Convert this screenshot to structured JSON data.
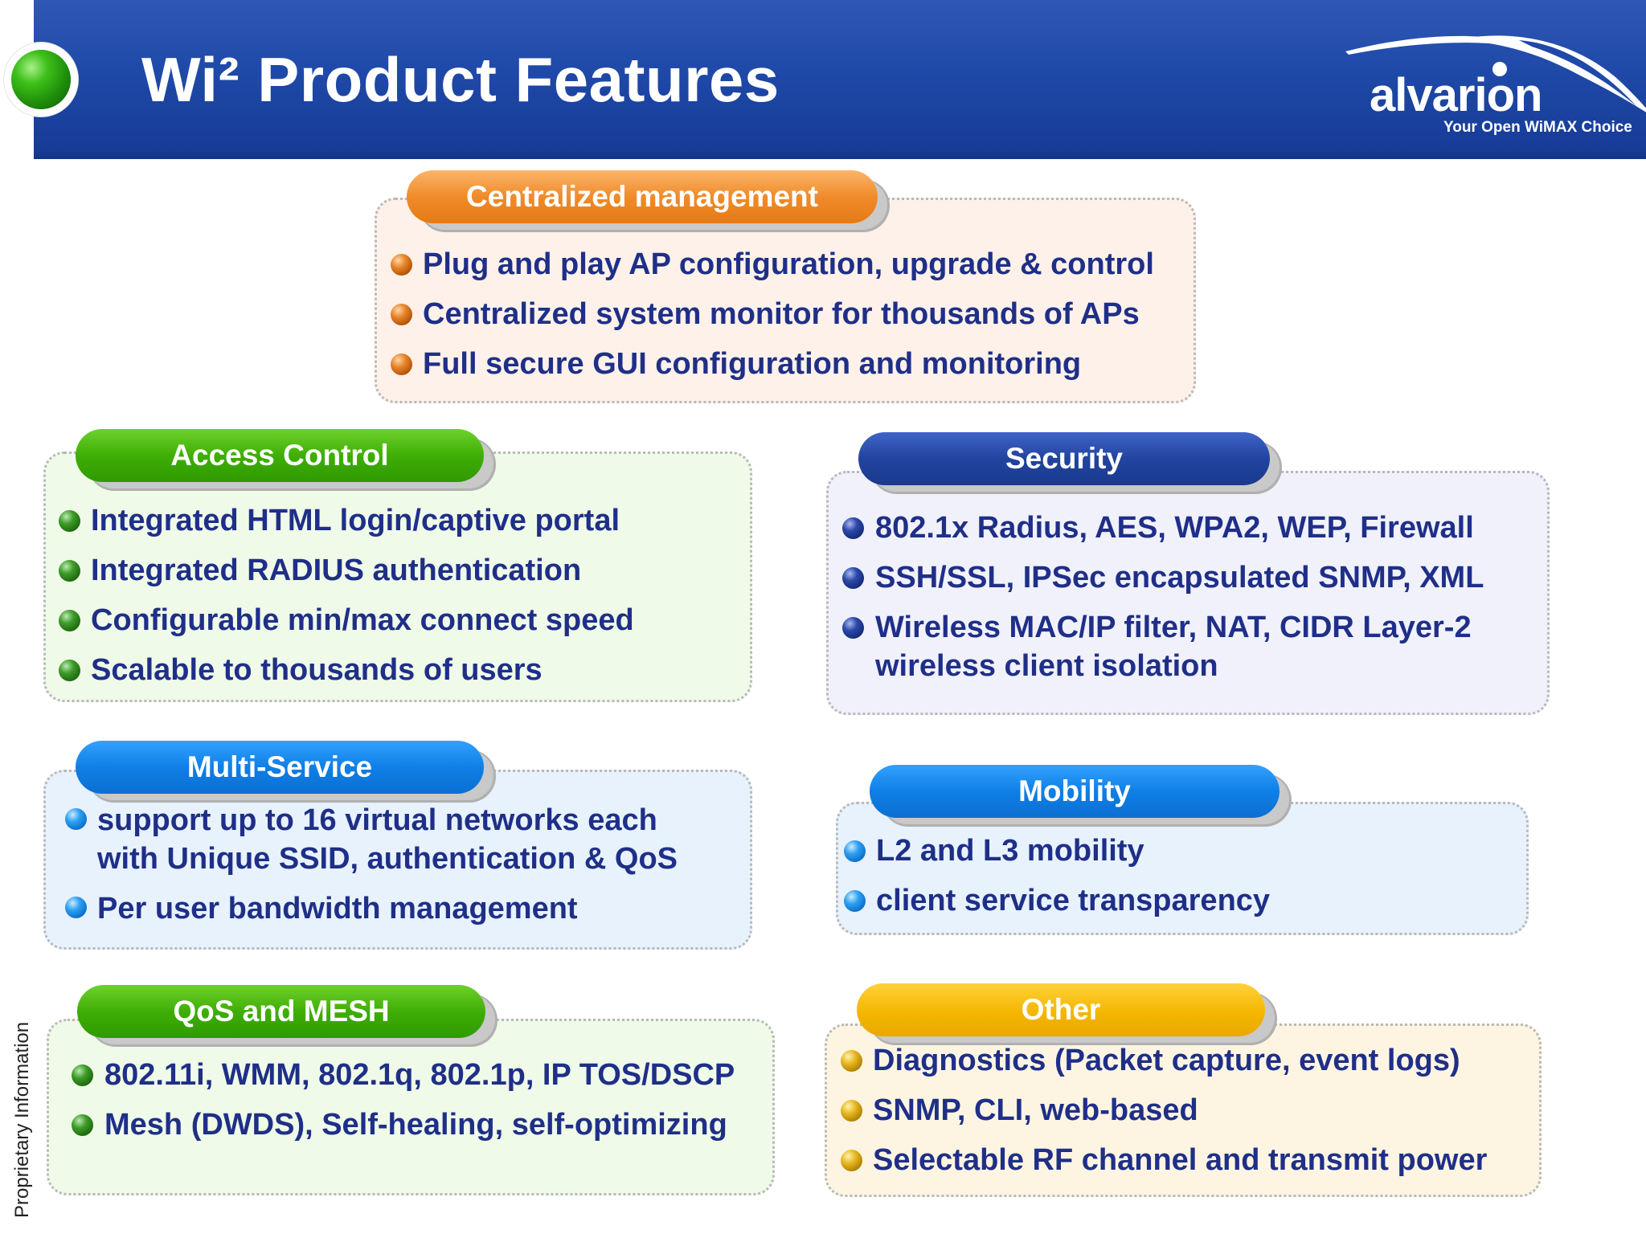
{
  "header": {
    "title": "Wi² Product Features",
    "logo": {
      "name": "alvarion",
      "tagline": "Your Open WiMAX Choice"
    }
  },
  "side_text": "Proprietary Information",
  "sections": {
    "centralized": {
      "title": "Centralized management",
      "items": [
        "Plug and play AP configuration, upgrade & control",
        "Centralized system monitor for thousands of APs",
        "Full secure GUI configuration and monitoring"
      ]
    },
    "access_control": {
      "title": "Access Control",
      "items": [
        "Integrated HTML login/captive portal",
        "Integrated RADIUS authentication",
        "Configurable min/max connect speed",
        "Scalable to thousands of users"
      ]
    },
    "security": {
      "title": "Security",
      "items": [
        "802.1x Radius, AES, WPA2, WEP, Firewall",
        "SSH/SSL, IPSec encapsulated SNMP, XML",
        "Wireless MAC/IP filter, NAT, CIDR Layer-2",
        "wireless client isolation"
      ]
    },
    "multi_service": {
      "title": "Multi-Service",
      "items": [
        " support up to 16 virtual networks each",
        "with Unique SSID, authentication & QoS",
        "Per user bandwidth management"
      ]
    },
    "mobility": {
      "title": "Mobility",
      "items": [
        "L2 and L3 mobility",
        "client service transparency"
      ]
    },
    "qos_mesh": {
      "title": "QoS and MESH",
      "items": [
        "802.11i, WMM, 802.1q, 802.1p, IP TOS/DSCP",
        "Mesh (DWDS), Self-healing, self-optimizing"
      ]
    },
    "other": {
      "title": "Other",
      "items": [
        "Diagnostics (Packet capture, event logs)",
        "SNMP, CLI, web-based",
        "Selectable RF channel and transmit power"
      ]
    }
  },
  "colors": {
    "header_blue": "#1f49a8",
    "text_navy": "#1f2f88",
    "orange": "#f08b2a",
    "green": "#3fae06",
    "navy": "#22449f",
    "blue": "#0f7fe6",
    "gold": "#f4b600"
  }
}
